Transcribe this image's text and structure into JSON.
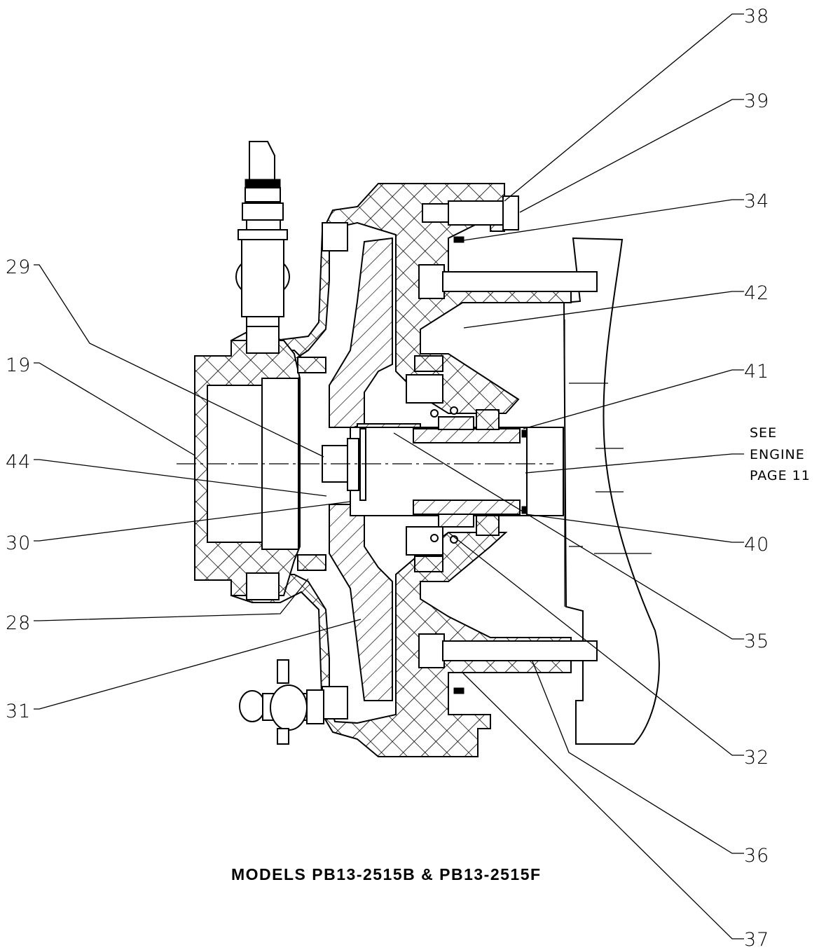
{
  "title": "MODELS PB13-2515B & PB13-2515F",
  "note": {
    "line1": "SEE",
    "line2": "ENGINE",
    "line3": "PAGE 11"
  },
  "callouts": {
    "c38": "38",
    "c39": "39",
    "c34": "34",
    "c29": "29",
    "c42": "42",
    "c19": "19",
    "c41": "41",
    "c44": "44",
    "c30": "30",
    "c40": "40",
    "c28": "28",
    "c35": "35",
    "c31": "31",
    "c32": "32",
    "c36": "36",
    "c37": "37"
  }
}
